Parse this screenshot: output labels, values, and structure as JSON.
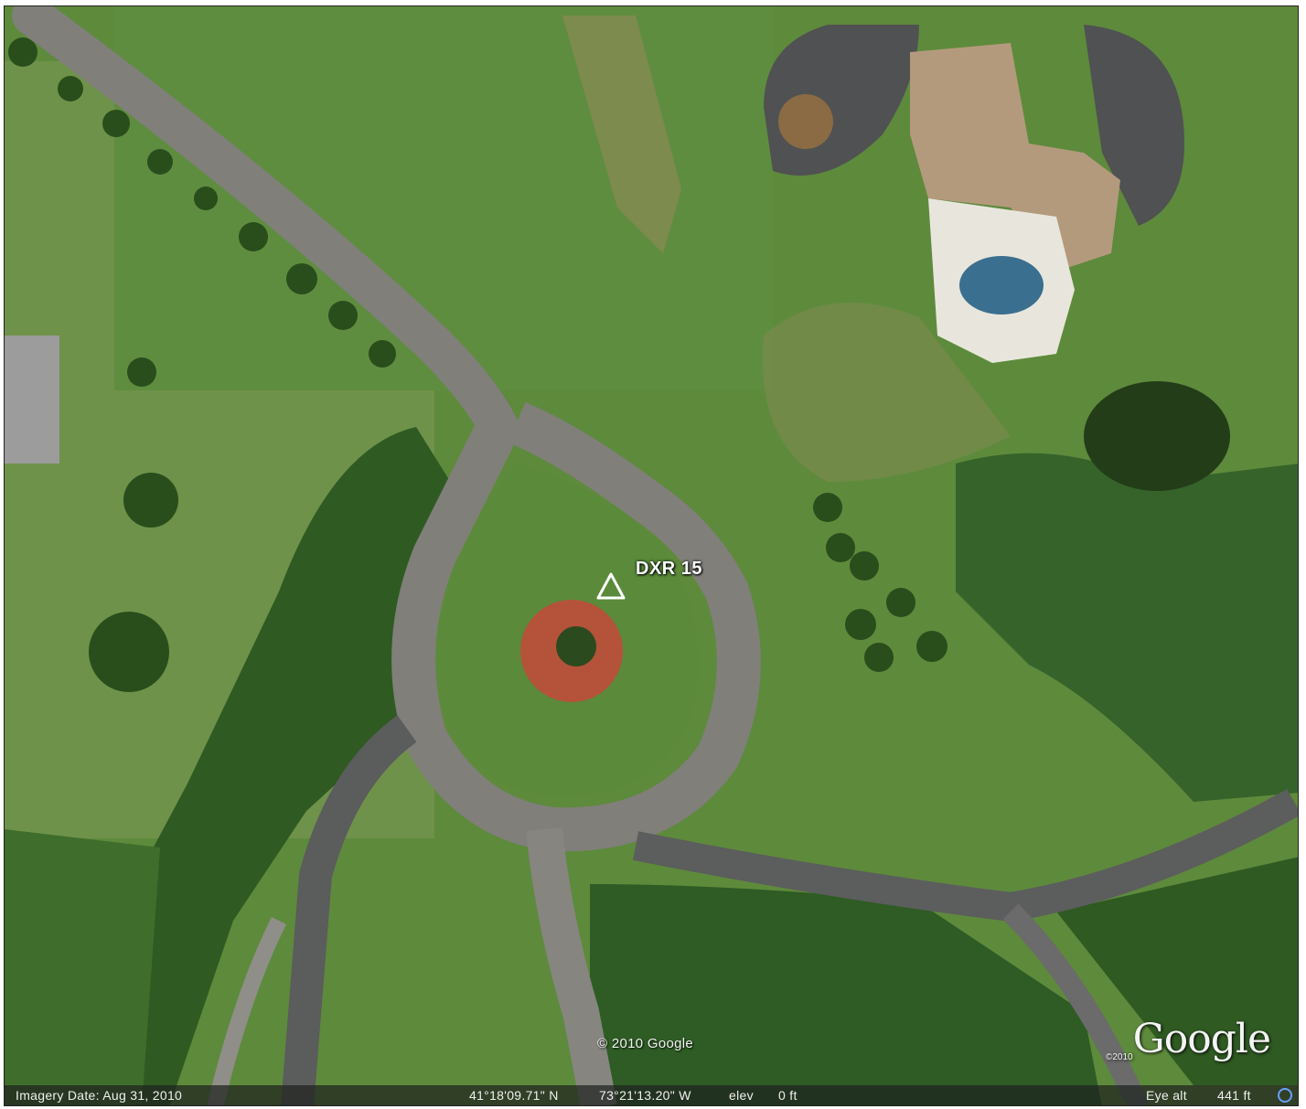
{
  "placemark": {
    "label": "DXR 15",
    "icon": "triangle-marker-icon"
  },
  "attribution": {
    "center_copyright": "© 2010 Google",
    "logo_year": "©2010",
    "logo_text": "Google"
  },
  "status_bar": {
    "imagery_date": "Imagery Date: Aug 31, 2010",
    "latitude": "41°18'09.71\" N",
    "longitude": "73°21'13.20\" W",
    "elev_label": "elev",
    "elev_value": "0 ft",
    "eye_alt_label": "Eye alt",
    "eye_alt_value": "441 ft",
    "compass_icon": "navigation-compass-icon"
  },
  "colors": {
    "grass": "#5e8a3c",
    "road": "#807f7a",
    "trees": "#2f5a22",
    "mulch": "#b5523a",
    "pool": "#3a6f8f",
    "marker": "#ffffff"
  }
}
